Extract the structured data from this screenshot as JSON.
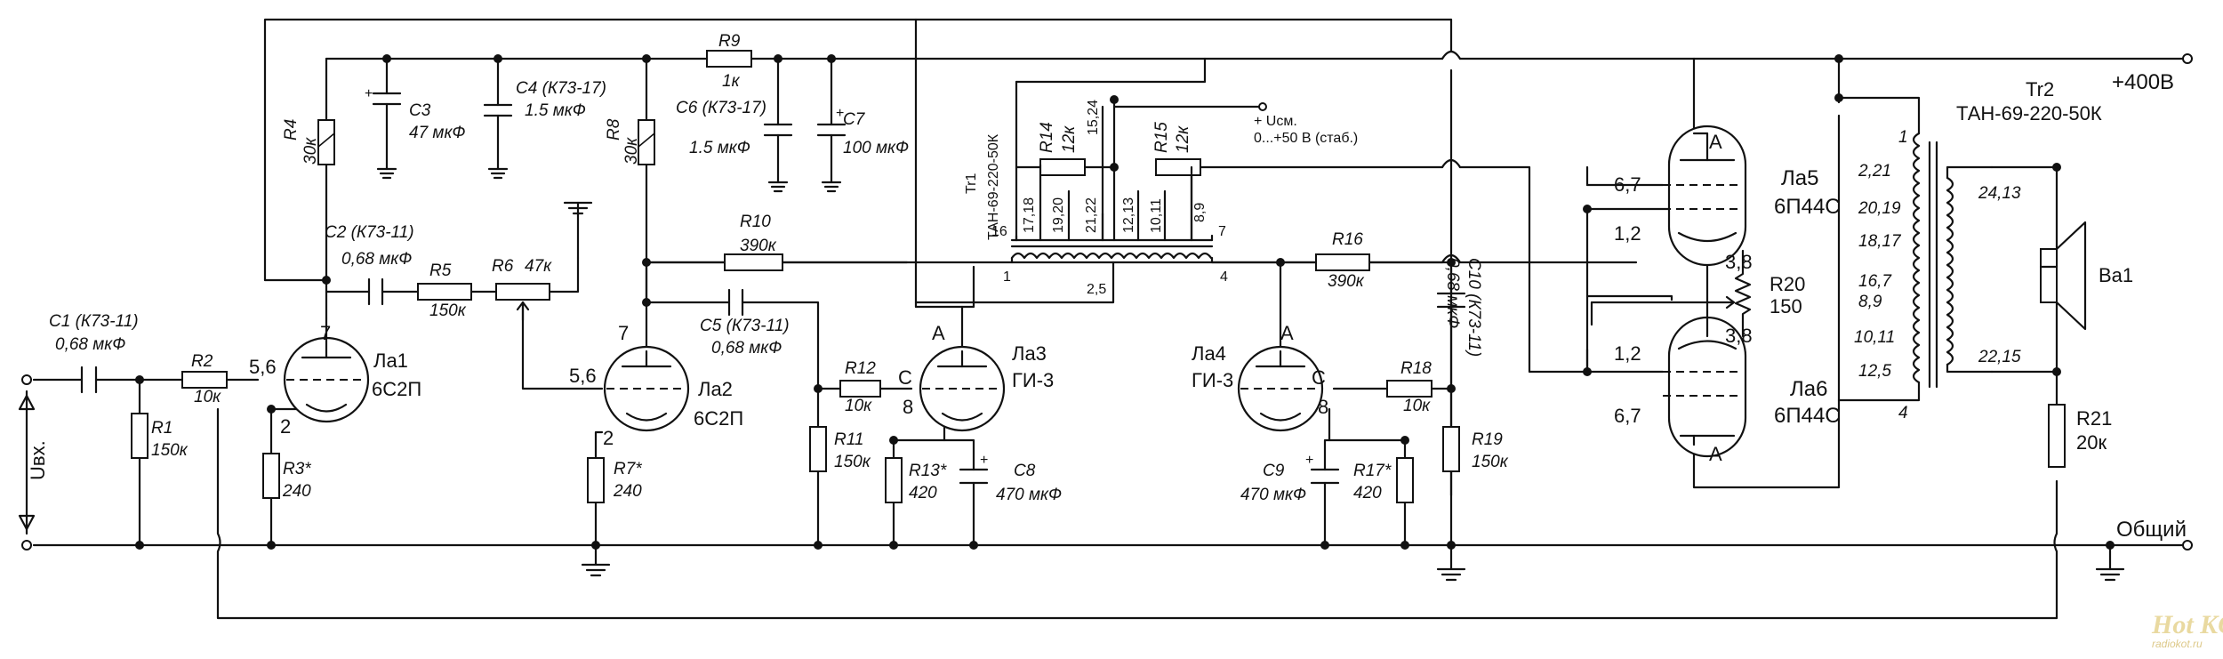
{
  "supply": {
    "b_plus": "+400В",
    "ground": "Общий"
  },
  "input": {
    "uin": "Uвх."
  },
  "tubes": {
    "la1": {
      "name": "Ла1",
      "type": "6С2П",
      "pin_a": "7",
      "pin_g": "5,6",
      "pin_k": "2"
    },
    "la2": {
      "name": "Ла2",
      "type": "6С2П",
      "pin_a": "7",
      "pin_g": "5,6",
      "pin_k": "2"
    },
    "la3": {
      "name": "Ла3",
      "type": "ГИ-3",
      "pin_a": "А",
      "pin_g": "С",
      "pin_k": "8"
    },
    "la4": {
      "name": "Ла4",
      "type": "ГИ-3",
      "pin_a": "А",
      "pin_g": "С",
      "pin_k": "8"
    },
    "la5": {
      "name": "Ла5",
      "type": "6П44С",
      "pin_a": "А",
      "pin_g1": "6,7",
      "pin_k": "1,2",
      "pin_h": "3,8"
    },
    "la6": {
      "name": "Ла6",
      "type": "6П44С",
      "pin_a": "А",
      "pin_g1": "6,7",
      "pin_k": "1,2",
      "pin_h": "3,8"
    }
  },
  "resistors": {
    "r1": {
      "name": "R1",
      "value": "150к"
    },
    "r2": {
      "name": "R2",
      "value": "10к"
    },
    "r3": {
      "name": "R3*",
      "value": "240"
    },
    "r4": {
      "name": "R4",
      "value": "30к"
    },
    "r5": {
      "name": "R5",
      "value": "150к"
    },
    "r6": {
      "name": "R6",
      "value": "47к"
    },
    "r7": {
      "name": "R7*",
      "value": "240"
    },
    "r8": {
      "name": "R8",
      "value": "30к"
    },
    "r9": {
      "name": "R9",
      "value": "1к"
    },
    "r10": {
      "name": "R10",
      "value": "390к"
    },
    "r11": {
      "name": "R11",
      "value": "150к"
    },
    "r12": {
      "name": "R12",
      "value": "10к"
    },
    "r13": {
      "name": "R13*",
      "value": "420"
    },
    "r14": {
      "name": "R14",
      "value": "12к"
    },
    "r15": {
      "name": "R15",
      "value": "12к"
    },
    "r16": {
      "name": "R16",
      "value": "390к"
    },
    "r17": {
      "name": "R17*",
      "value": "420"
    },
    "r18": {
      "name": "R18",
      "value": "10к"
    },
    "r19": {
      "name": "R19",
      "value": "150к"
    },
    "r20": {
      "name": "R20",
      "value": "150"
    },
    "r21": {
      "name": "R21",
      "value": "20к"
    }
  },
  "capacitors": {
    "c1": {
      "name": "C1 (К73-11)",
      "value": "0,68 мкФ"
    },
    "c2": {
      "name": "C2 (К73-11)",
      "value": "0,68 мкФ"
    },
    "c3": {
      "name": "C3",
      "value": "47 мкФ"
    },
    "c4": {
      "name": "C4 (К73-17)",
      "value": "1.5 мкФ"
    },
    "c5": {
      "name": "C5 (К73-11)",
      "value": "0,68 мкФ"
    },
    "c6": {
      "name": "C6 (К73-17)",
      "value": "1.5 мкФ"
    },
    "c7": {
      "name": "C7",
      "value": "100 мкФ"
    },
    "c8": {
      "name": "C8",
      "value": "470 мкФ"
    },
    "c9": {
      "name": "C9",
      "value": "470 мкФ"
    },
    "c10": {
      "name": "C10 (К73-11)",
      "value": "0,68 мкФ"
    }
  },
  "tr1": {
    "name": "Tr1",
    "type": "ТАН-69-220-50К",
    "pins": [
      "16",
      "17,18",
      "19,20",
      "21,22",
      "15,24",
      "12,13",
      "10,11",
      "8,9",
      "7"
    ],
    "end1": "1",
    "mid": "2,5",
    "end4": "4"
  },
  "bias": {
    "plus": "+ Uсм.",
    "range": "0...+50 В (стаб.)"
  },
  "tr2": {
    "name": "Tr2",
    "type": "ТАН-69-220-50К",
    "primary": [
      "1",
      "2,21",
      "20,19",
      "18,17",
      "16,7",
      "8,9",
      "10,11",
      "12,5",
      "4"
    ],
    "secondary": [
      "24,13",
      "22,15"
    ]
  },
  "speaker": {
    "name": "Ва1"
  },
  "watermark": {
    "logo": "Hot KOT",
    "site": "radiokot.ru"
  }
}
